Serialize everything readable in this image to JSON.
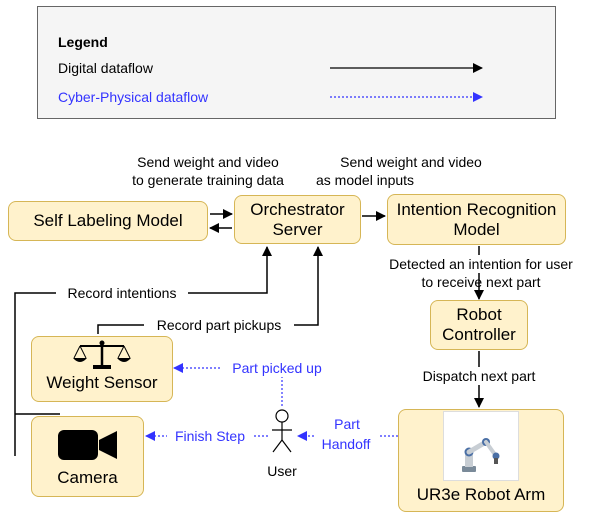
{
  "legend": {
    "title": "Legend",
    "digital": "Digital dataflow",
    "cyber_physical": "Cyber-Physical dataflow"
  },
  "colors": {
    "box_fill": "#fff2cc",
    "box_border": "#d6b656",
    "digital_flow": "#000000",
    "cyber_physical_flow": "#3333ff"
  },
  "nodes": {
    "self_labeling": "Self Labeling Model",
    "orchestrator": "Orchestrator Server",
    "intention": "Intention Recognition Model",
    "robot_controller": "Robot Controller",
    "weight_sensor": "Weight Sensor",
    "camera": "Camera",
    "robot_arm": "UR3e Robot Arm",
    "user": "User"
  },
  "edges": {
    "to_training_1": "Send weight and video",
    "to_training_2": "to generate training data",
    "to_inputs_1": "Send weight and video",
    "to_inputs_2": "as model inputs",
    "detected_1": "Detected an intention for user",
    "detected_2": "to receive next part",
    "dispatch": "Dispatch next part",
    "record_intentions": "Record intentions",
    "record_pickups": "Record part pickups",
    "part_picked_up": "Part picked up",
    "finish_step": "Finish Step",
    "handoff_1": "Part",
    "handoff_2": "Handoff"
  }
}
